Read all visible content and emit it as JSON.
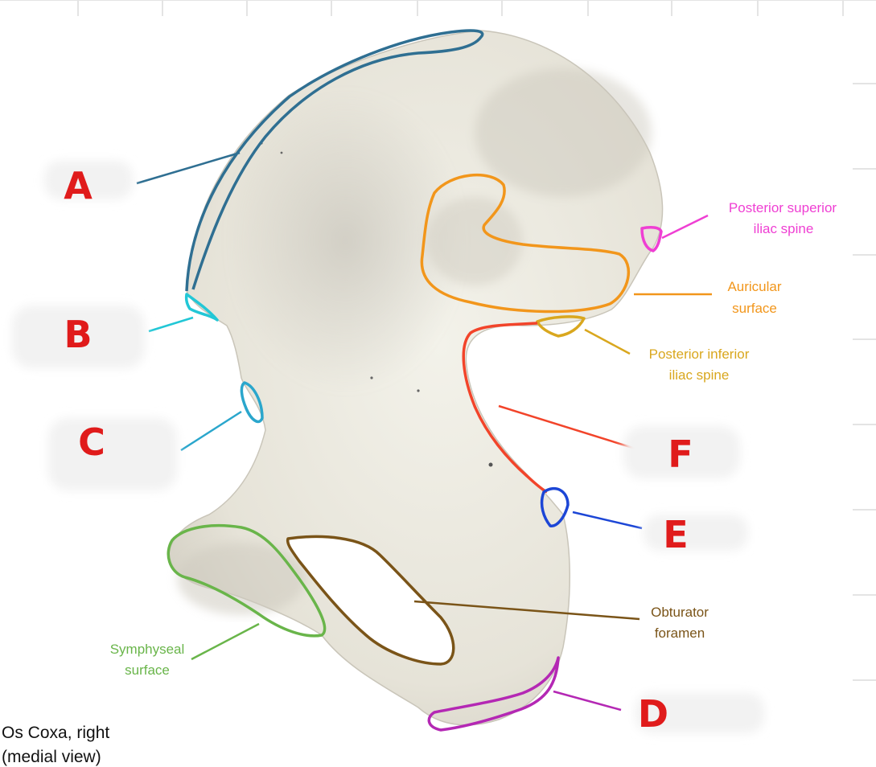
{
  "colors": {
    "ilium_crest": "#2f6f92",
    "asis": "#22c7d6",
    "aiis": "#2aa6cc",
    "auricular": "#f2961b",
    "psis": "#ef3fd3",
    "pils": "#d9a71e",
    "greater_notch": "#f2442a",
    "ischial_spine": "#1c46d6",
    "obturator": "#7a5418",
    "symphyseal": "#69b54a",
    "ischial_tuberosity": "#b428b4",
    "letter": "#e01b1b",
    "bone": "#e9e6dc"
  },
  "labels": {
    "A": "A",
    "B": "B",
    "C": "C",
    "D": "D",
    "E": "E",
    "F": "F",
    "psis": [
      "Posterior superior",
      "iliac spine"
    ],
    "auricular": [
      "Auricular",
      "surface"
    ],
    "pils": [
      "Posterior inferior",
      "iliac spine"
    ],
    "obturator": [
      "Obturator",
      "foramen"
    ],
    "symphyseal": [
      "Symphyseal",
      "surface"
    ]
  },
  "caption": {
    "line1": "Os Coxa, right",
    "line2": "(medial view)"
  }
}
